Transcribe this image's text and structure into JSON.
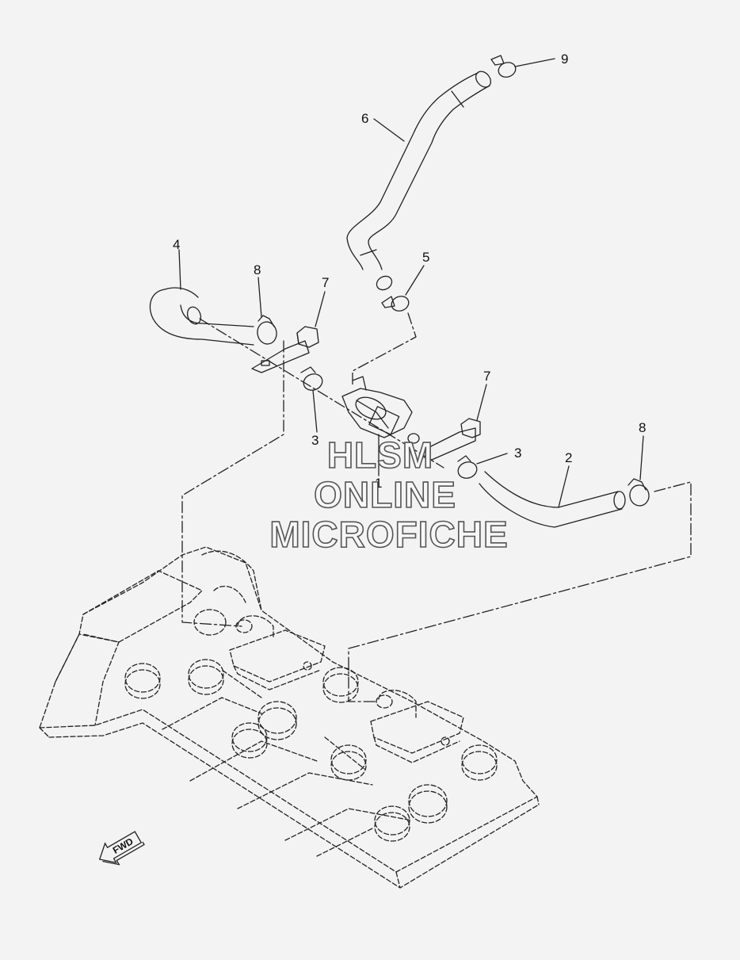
{
  "callouts": {
    "c1": "1",
    "c2": "2",
    "c3a": "3",
    "c3b": "3",
    "c4": "4",
    "c5": "5",
    "c6": "6",
    "c7a": "7",
    "c7b": "7",
    "c8a": "8",
    "c8b": "8",
    "c9": "9"
  },
  "watermark": {
    "line1": "HLSM",
    "line2": "ONLINE",
    "line3": "MICROFICHE"
  },
  "direction_marker": {
    "label": "FWD"
  },
  "colors": {
    "background": "#f3f3f3",
    "line": "#222222",
    "watermark_outline": "#555555"
  }
}
